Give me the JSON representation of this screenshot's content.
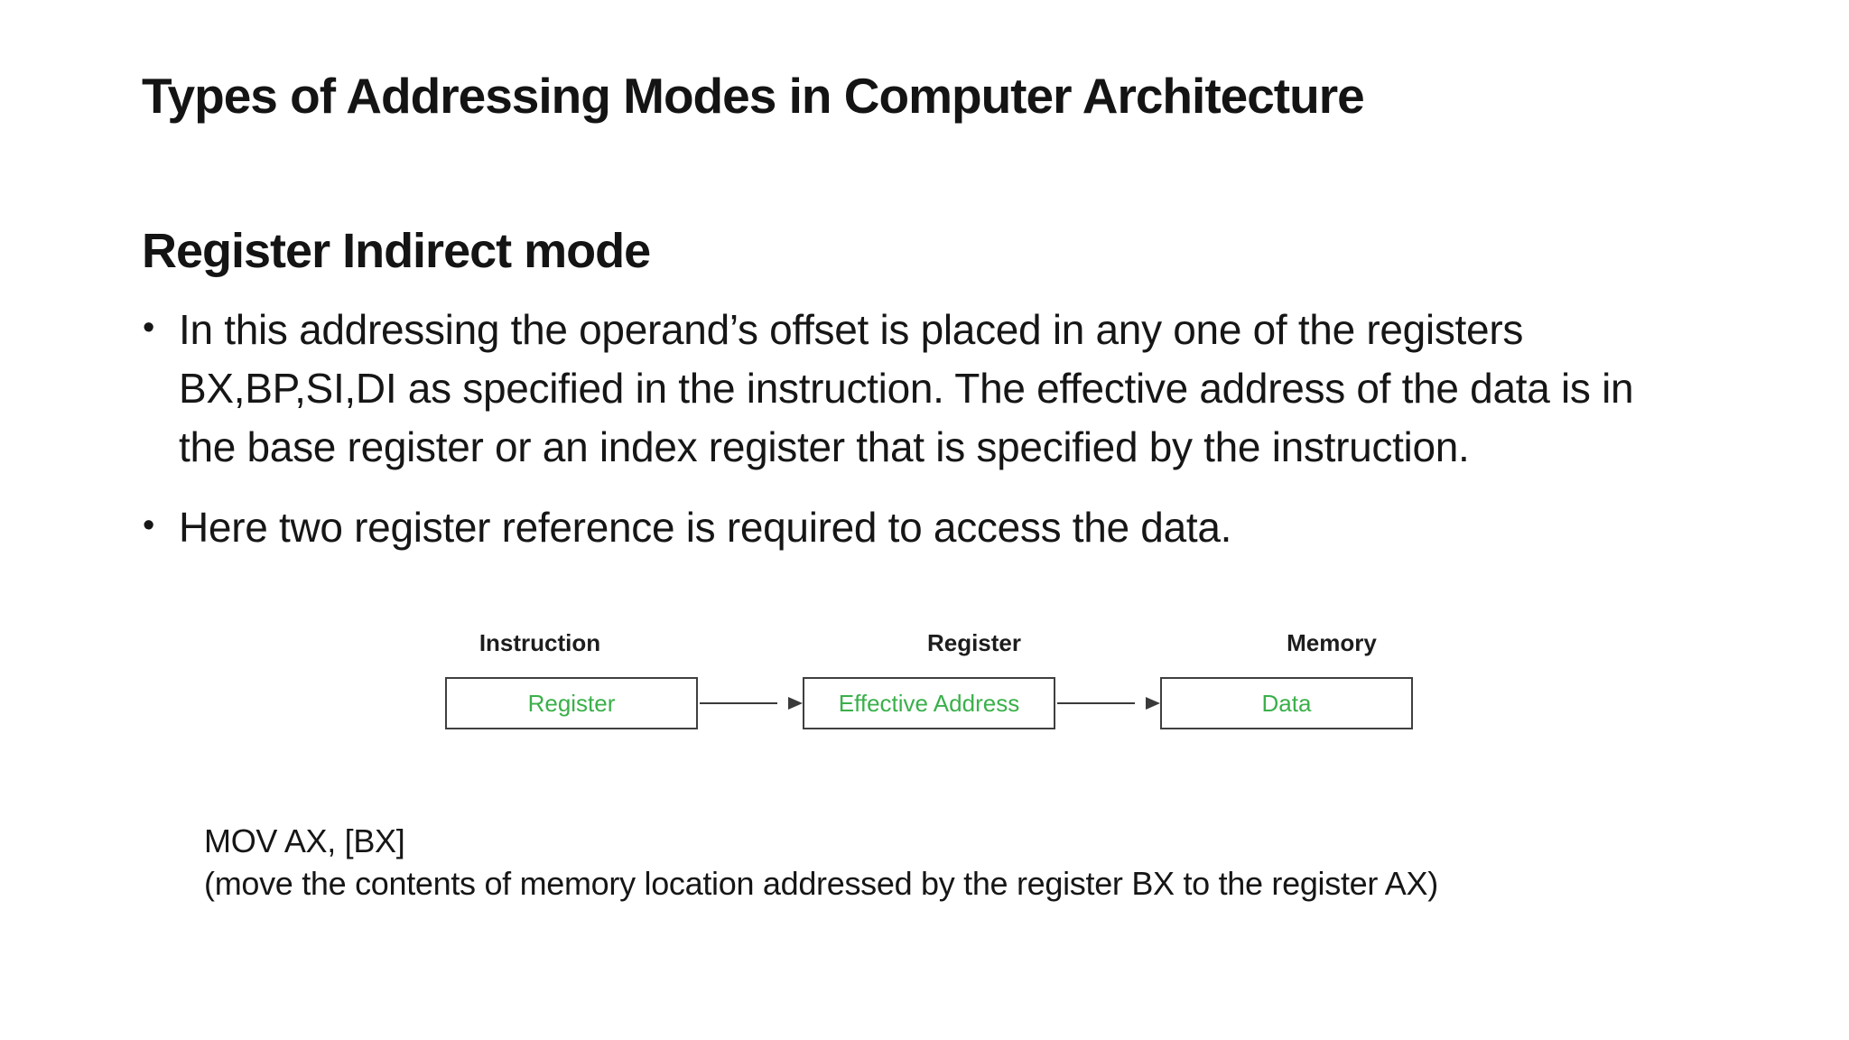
{
  "slide": {
    "title": "Types of Addressing Modes in Computer Architecture",
    "section_heading": "Register Indirect mode",
    "bullet_glyph": "•",
    "bullets": [
      "In this addressing the operand’s offset is placed in any one of the registers BX,BP,SI,DI as specified in the instruction. The effective address of the data is in the base register or an index register that is specified by the instruction.",
      "Here two register reference is required to access the data."
    ],
    "diagram": {
      "columns": [
        {
          "label": "Instruction",
          "box_text": "Register"
        },
        {
          "label": "Register",
          "box_text": "Effective Address"
        },
        {
          "label": "Memory",
          "box_text": "Data"
        }
      ],
      "box_text_color": "#3ab04a",
      "box_border_color": "#3f3f3f",
      "arrow_color": "#3a3a3a"
    },
    "example": {
      "code": "MOV AX, [BX]",
      "description": "(move the contents of memory location addressed by the register BX to the register AX)"
    },
    "background_color": "#ffffff",
    "text_color": "#161616"
  }
}
